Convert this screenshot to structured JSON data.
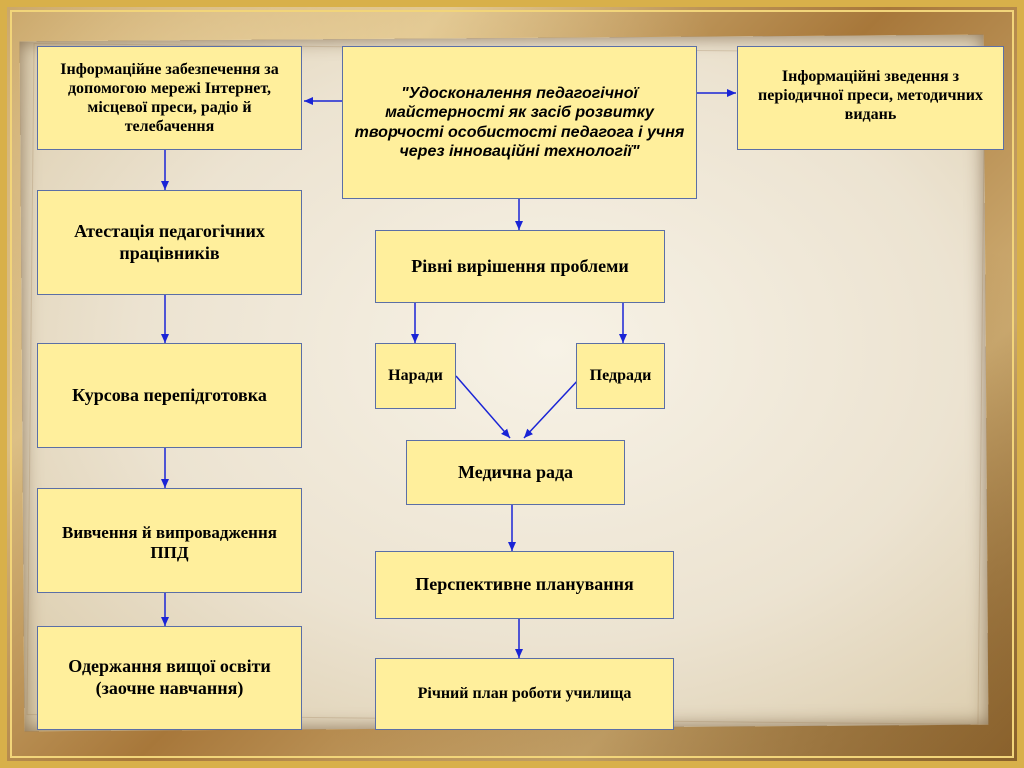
{
  "colors": {
    "box_fill": "#ffef9c",
    "arrow": "#1a24d6",
    "box_border": "#5b6fa6"
  },
  "diagram": {
    "center_title": "\"Удосконалення педагогічної майстерності як засіб розвитку творчості особистості педагога і учня через інноваційні технології\"",
    "left_info": "Інформаційне забезпечення за допомогою мережі Інтернет, місцевої преси, радіо й телебачення",
    "right_info": "Інформаційні зведення з періодичної преси, методичних видань",
    "left_column": [
      "Атестація педагогічних працівників",
      "Курсова перепідготовка",
      "Вивчення й випровадження ППД",
      "Одержання вищої освіти (заочне навчання)"
    ],
    "levels": "Рівні вирішення проблеми",
    "meetings": "Наради",
    "ped_councils": "Педради",
    "medical_council": "Медична рада",
    "perspective_planning": "Перспективне планування",
    "annual_plan": "Річний план роботи училища"
  }
}
